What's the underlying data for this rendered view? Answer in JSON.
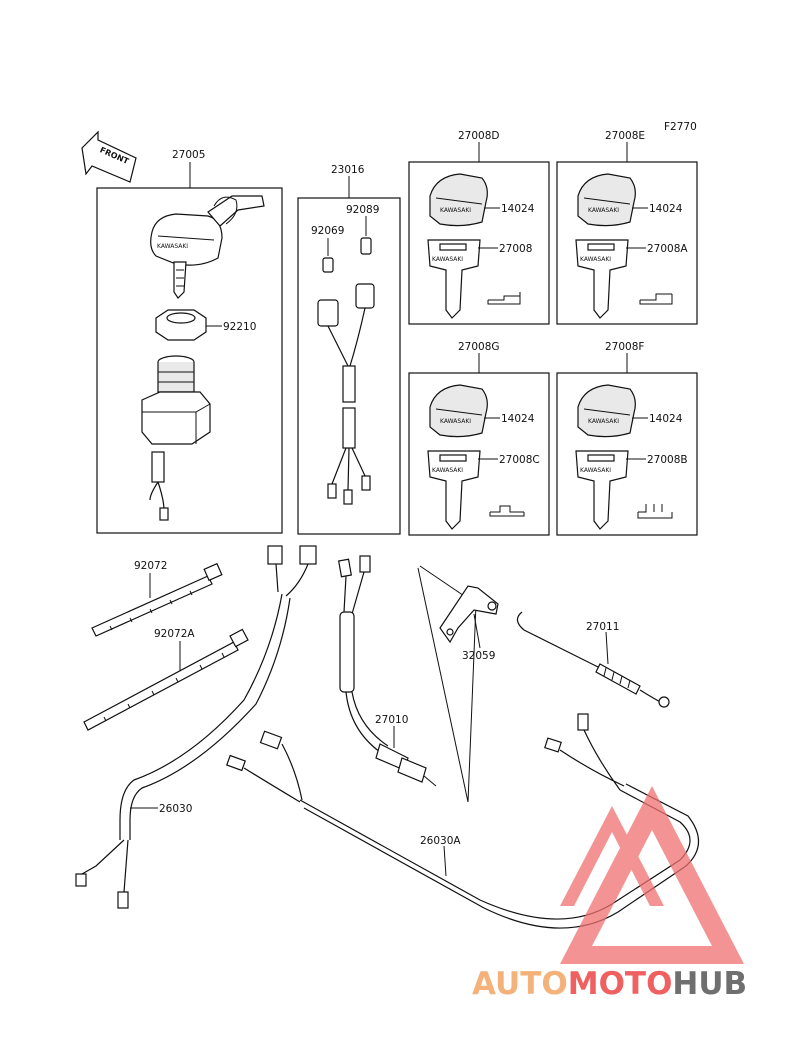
{
  "diagram_code": "F2770",
  "front_label": "FRONT",
  "key_brand": "KAWASAKI",
  "parts": {
    "ignition_switch": "27005",
    "nut": "92210",
    "lead_assembly": "23016",
    "terminal_a": "92069",
    "terminal_b": "92089",
    "key_set_d": "27008D",
    "key_set_e": "27008E",
    "key_set_g": "27008G",
    "key_set_f": "27008F",
    "knob_d": "14024",
    "knob_e": "14024",
    "knob_g": "14024",
    "knob_f": "14024",
    "key_blank_d": "27008",
    "key_blank_e": "27008A",
    "key_blank_g": "27008C",
    "key_blank_f": "27008B",
    "band": "92072",
    "band_long": "92072A",
    "harness": "26030",
    "harness_sub": "26030A",
    "bracket": "32059",
    "tether": "27011",
    "stop_switch": "27010"
  },
  "watermark": {
    "part1": "AUTO",
    "part2": "MOTO",
    "part3": "HUB",
    "colors": {
      "auto": "#f4b27a",
      "moto": "#ef6060",
      "hub": "#6f6f6f"
    }
  }
}
